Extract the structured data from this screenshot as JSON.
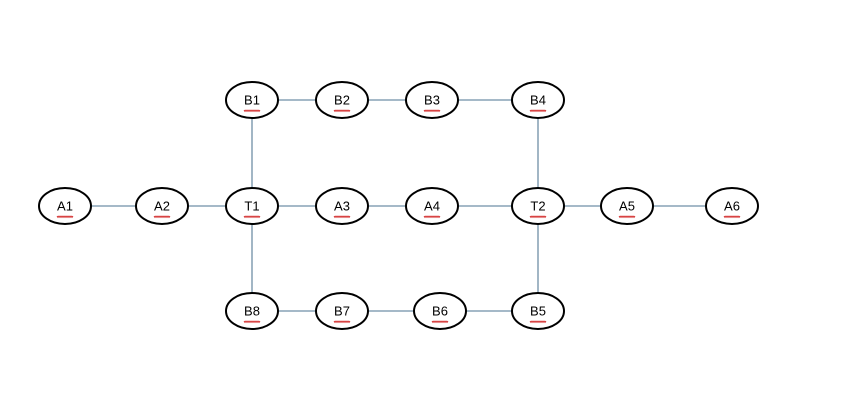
{
  "colors": {
    "edge": "#6f8fa6",
    "node_stroke": "#000000",
    "node_fill": "#ffffff",
    "spellcheck_underline": "#d02020"
  },
  "nodes": [
    {
      "id": "A1",
      "label": "A1"
    },
    {
      "id": "A2",
      "label": "A2"
    },
    {
      "id": "T1",
      "label": "T1"
    },
    {
      "id": "A3",
      "label": "A3"
    },
    {
      "id": "A4",
      "label": "A4"
    },
    {
      "id": "T2",
      "label": "T2"
    },
    {
      "id": "A5",
      "label": "A5"
    },
    {
      "id": "A6",
      "label": "A6"
    },
    {
      "id": "B1",
      "label": "B1"
    },
    {
      "id": "B2",
      "label": "B2"
    },
    {
      "id": "B3",
      "label": "B3"
    },
    {
      "id": "B4",
      "label": "B4"
    },
    {
      "id": "B5",
      "label": "B5"
    },
    {
      "id": "B6",
      "label": "B6"
    },
    {
      "id": "B7",
      "label": "B7"
    },
    {
      "id": "B8",
      "label": "B8"
    }
  ],
  "edges": [
    [
      "A1",
      "A2"
    ],
    [
      "A2",
      "T1"
    ],
    [
      "T1",
      "A3"
    ],
    [
      "A3",
      "A4"
    ],
    [
      "A4",
      "T2"
    ],
    [
      "T2",
      "A5"
    ],
    [
      "A5",
      "A6"
    ],
    [
      "T1",
      "B1"
    ],
    [
      "B1",
      "B2"
    ],
    [
      "B2",
      "B3"
    ],
    [
      "B3",
      "B4"
    ],
    [
      "B4",
      "T2"
    ],
    [
      "T1",
      "B8"
    ],
    [
      "B8",
      "B7"
    ],
    [
      "B7",
      "B6"
    ],
    [
      "B6",
      "B5"
    ],
    [
      "B5",
      "T2"
    ]
  ]
}
